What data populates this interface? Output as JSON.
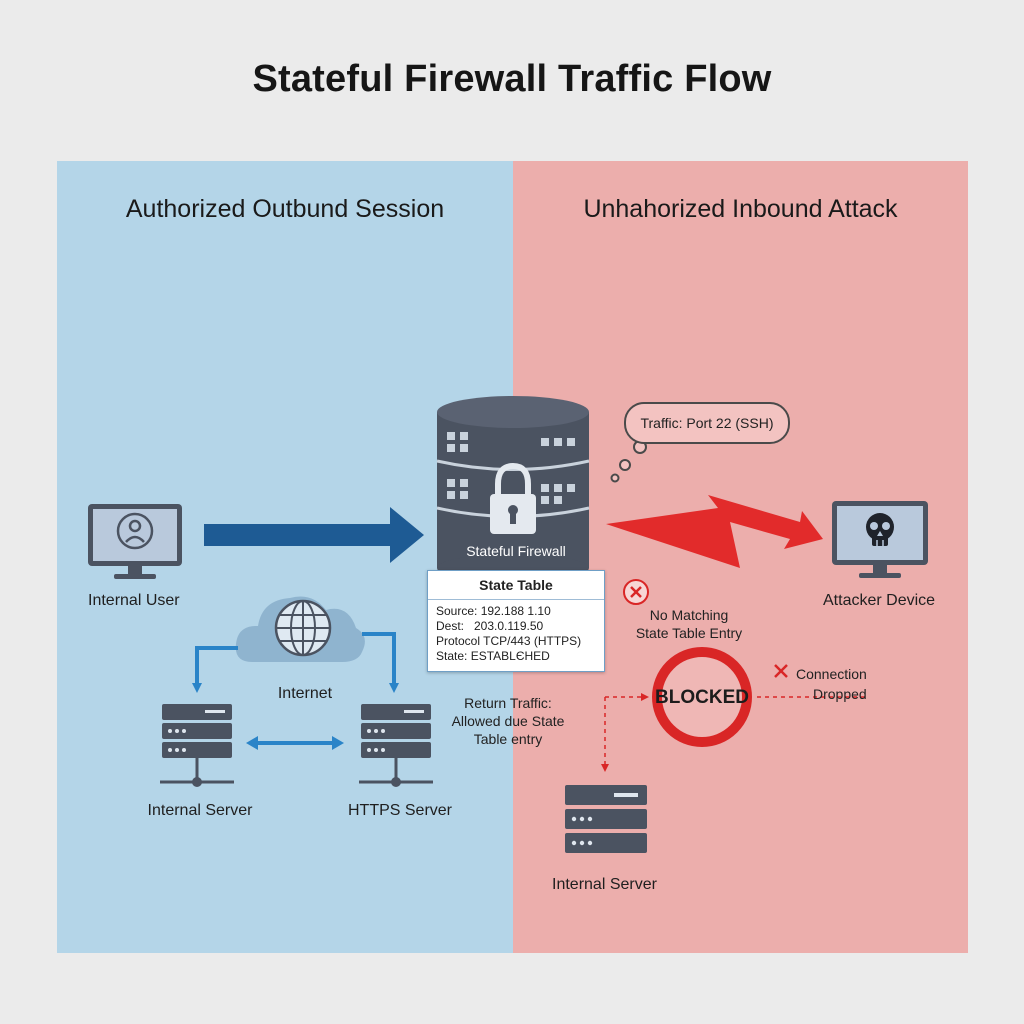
{
  "title": "Stateful Firewall Traffic Flow",
  "left_panel": {
    "heading": "Authorized Outbund Session",
    "color": "#b4d5e8",
    "nodes": {
      "internal_user": "Internal User",
      "internet": "Internet",
      "internal_server": "Internal Server",
      "https_server": "HTTPS Server"
    }
  },
  "right_panel": {
    "heading": "Unhahorized Inbound Attack",
    "color": "#ecaeac",
    "nodes": {
      "attacker_device": "Attacker Device",
      "internal_server": "Internal Server"
    },
    "speech_bubble": "Traffic: Port 22 (SSH)",
    "no_match": [
      "No Matching",
      "State Table Entry"
    ],
    "blocked": "BLOCKED",
    "connection_dropped": [
      "Connection",
      "Dropped"
    ]
  },
  "firewall": {
    "label": "Stateful Firewall"
  },
  "state_table": {
    "title": "State Table",
    "rows": [
      "Source: 192.188 1.10",
      "Dest:   203.0.119.50",
      "Protocol TCP/443 (HTTPS)",
      "State: ESTABLЄHED"
    ]
  },
  "return_traffic": [
    "Return Traffic:",
    "Allowed due State",
    "Table entry"
  ],
  "colors": {
    "outbound_arrow": "#1e5b94",
    "attack_arrow": "#e22b2b",
    "blocked_ring": "#d92626",
    "device": "#4b5361",
    "cloud": "#8fb4cf"
  }
}
